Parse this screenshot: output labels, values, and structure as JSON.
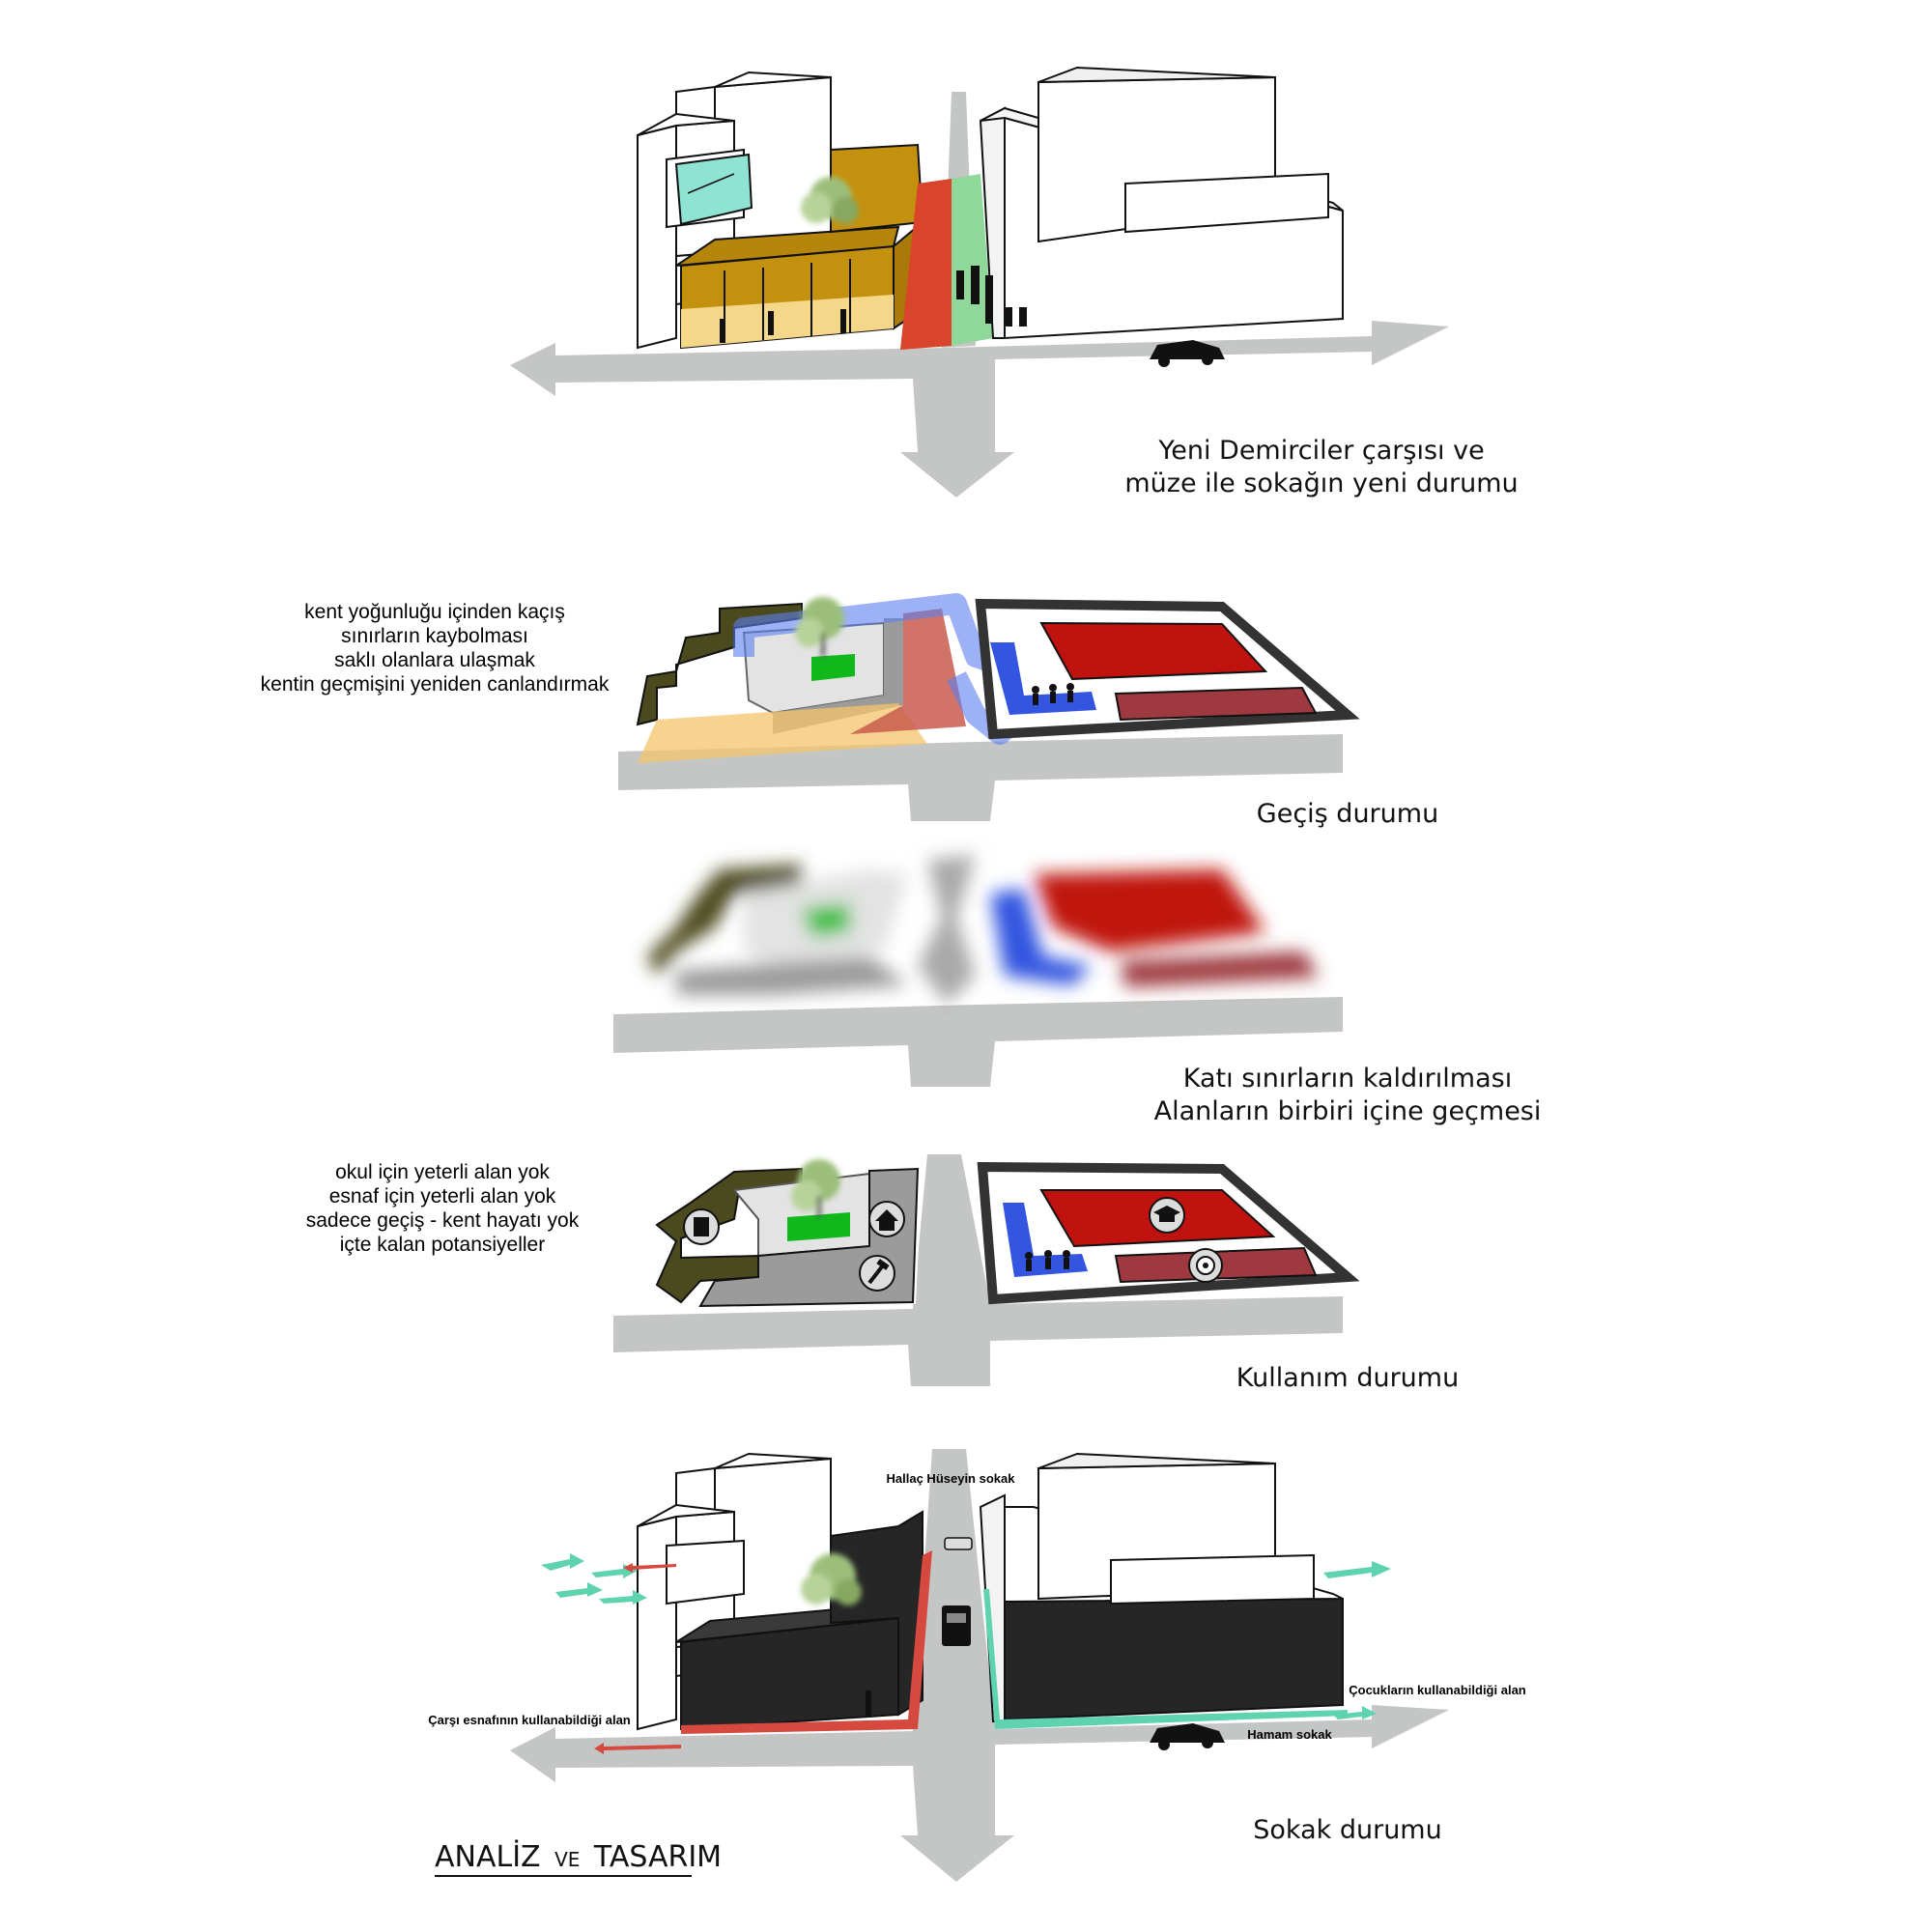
{
  "panels": {
    "panel1": {
      "caption_line1": "Yeni Demirciler çarşısı ve",
      "caption_line2": "müze ile sokağın yeni durumu"
    },
    "panel2": {
      "notes": [
        "kent yoğunluğu içinden kaçış",
        "sınırların kaybolması",
        "saklı olanlara ulaşmak",
        "kentin geçmişini yeniden canlandırmak"
      ],
      "caption": "Geçiş durumu"
    },
    "panel3": {
      "caption_line1": "Katı sınırların kaldırılması",
      "caption_line2": "Alanların birbiri içine geçmesi"
    },
    "panel4": {
      "notes": [
        "okul için yeterli alan yok",
        "esnaf için yeterli alan yok",
        "sadece geçiş - kent hayatı yok",
        "içte kalan potansiyeller"
      ],
      "caption": "Kullanım durumu"
    },
    "panel5": {
      "street_top": "Hallaç Hüseyin sokak",
      "left_area": "Çarşı esnafının kullanabildiği alan",
      "right_area": "Çocukların kullanabildiği alan",
      "street_right": "Hamam sokak",
      "caption": "Sokak durumu"
    }
  },
  "footer": {
    "title_a": "ANALİZ",
    "title_b": "VE",
    "title_c": "TASARIM"
  },
  "icons": {
    "building": "building-icon",
    "house": "house-icon",
    "hammer": "hammer-icon",
    "school": "graduation-cap-icon",
    "ball": "football-icon",
    "children": "children-icon",
    "tree": "tree-icon",
    "car": "car-icon"
  },
  "colors": {
    "road": "#c3c6c4",
    "olive": "#4b4a1f",
    "red": "#c0120e",
    "dark_red": "#9e3a3f",
    "blue": "#3355e0",
    "green": "#10b81c",
    "ochre": "#c4910e",
    "teal": "#5fd3b0",
    "black": "#262626"
  }
}
